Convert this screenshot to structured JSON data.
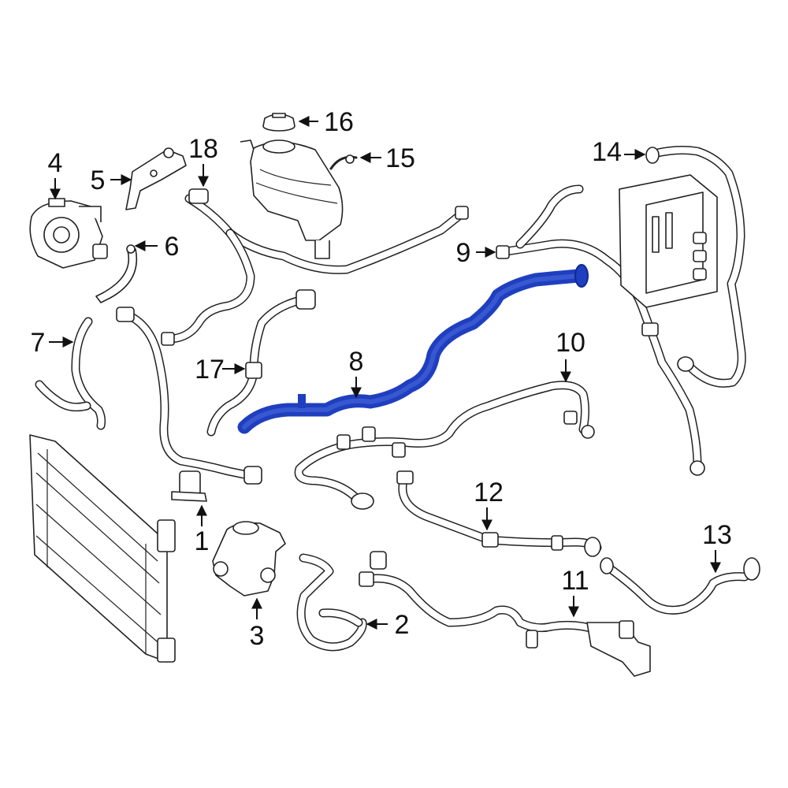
{
  "colors": {
    "highlight": "#1f3fbf",
    "line": "#222222",
    "background": "#ffffff"
  },
  "callouts": [
    {
      "id": "c1",
      "label": "1"
    },
    {
      "id": "c2",
      "label": "2"
    },
    {
      "id": "c3",
      "label": "3"
    },
    {
      "id": "c4",
      "label": "4"
    },
    {
      "id": "c5",
      "label": "5"
    },
    {
      "id": "c6",
      "label": "6"
    },
    {
      "id": "c7",
      "label": "7"
    },
    {
      "id": "c8",
      "label": "8"
    },
    {
      "id": "c9",
      "label": "9"
    },
    {
      "id": "c10",
      "label": "10"
    },
    {
      "id": "c11",
      "label": "11"
    },
    {
      "id": "c12",
      "label": "12"
    },
    {
      "id": "c13",
      "label": "13"
    },
    {
      "id": "c14",
      "label": "14"
    },
    {
      "id": "c15",
      "label": "15"
    },
    {
      "id": "c16",
      "label": "16"
    },
    {
      "id": "c17",
      "label": "17"
    },
    {
      "id": "c18",
      "label": "18"
    }
  ],
  "highlighted_part": "8"
}
